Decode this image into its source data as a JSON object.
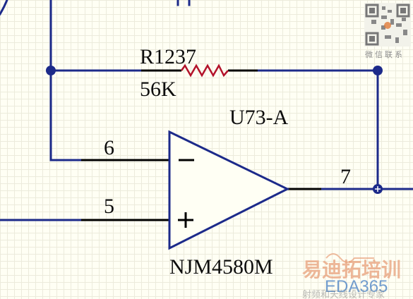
{
  "schematic": {
    "resistor": {
      "designator": "R1237",
      "value": "56K"
    },
    "opamp": {
      "designator": "U73-A",
      "part_number": "NJM4580M"
    },
    "pins": {
      "inverting": "6",
      "noninverting": "5",
      "output": "7"
    }
  },
  "watermark": {
    "qr_caption": "微信联系",
    "brand_cn": "易迪拓培训",
    "brand_en": "EDA365",
    "tagline": "射频和天线设计专家"
  },
  "colors": {
    "wire": "#1c2a8a",
    "pin": "#000000",
    "resistor": "#b3122a",
    "background": "#fffff4",
    "grid": "#ecebdc"
  }
}
